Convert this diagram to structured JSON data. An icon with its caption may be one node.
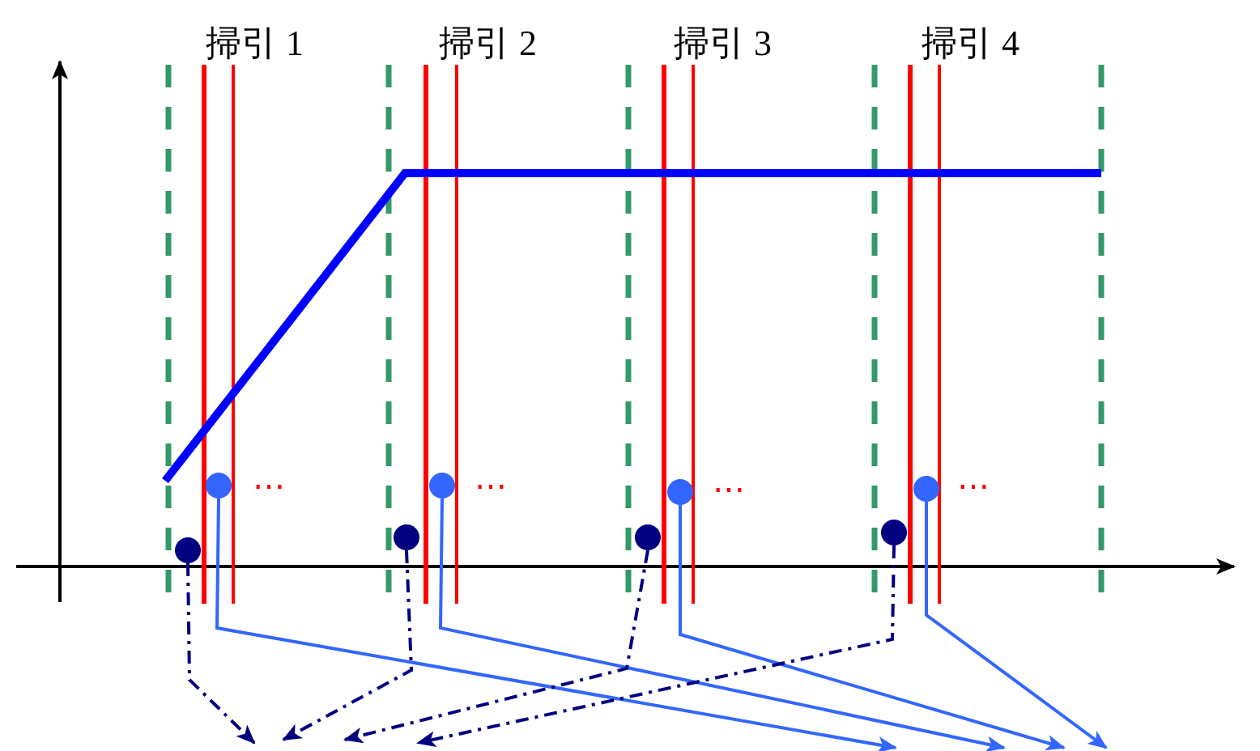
{
  "diagram": {
    "nodes": [
      {
        "text": [],
        "shape": "circle"
      },
      {
        "text": [],
        "shape": "circle"
      },
      {
        "text": [],
        "shape": "circle"
      },
      {
        "text": [],
        "shape": "circle"
      },
      {
        "text": [],
        "shape": "circle"
      },
      {
        "text": [],
        "shape": "circle"
      },
      {
        "text": [],
        "shape": "circle"
      },
      {
        "text": [],
        "shape": "circle"
      }
    ],
    "edges": [
      {
        "from": 0,
        "to": null,
        "arrow": "to",
        "color": "#3366ff"
      },
      {
        "from": 1,
        "to": null,
        "arrow": "to",
        "color": "#3366ff"
      },
      {
        "from": 2,
        "to": null,
        "arrow": "to",
        "color": "#3366ff"
      },
      {
        "from": 3,
        "to": null,
        "arrow": "to",
        "color": "#3366ff"
      },
      {
        "from": 4,
        "to": null,
        "arrow": "to",
        "style": "dashed",
        "color": "#000080"
      },
      {
        "from": 5,
        "to": null,
        "arrow": "to",
        "style": "dashed",
        "color": "#000080"
      },
      {
        "from": 6,
        "to": null,
        "arrow": "to",
        "style": "dashed",
        "color": "#000080"
      },
      {
        "from": 7,
        "to": null,
        "arrow": "to",
        "style": "dashed",
        "color": "#000080"
      }
    ],
    "labels": [
      "掃引 1",
      "掃引 2",
      "掃引 3",
      "掃引 4",
      "⋯",
      "⋯",
      "⋯",
      "⋯"
    ]
  }
}
